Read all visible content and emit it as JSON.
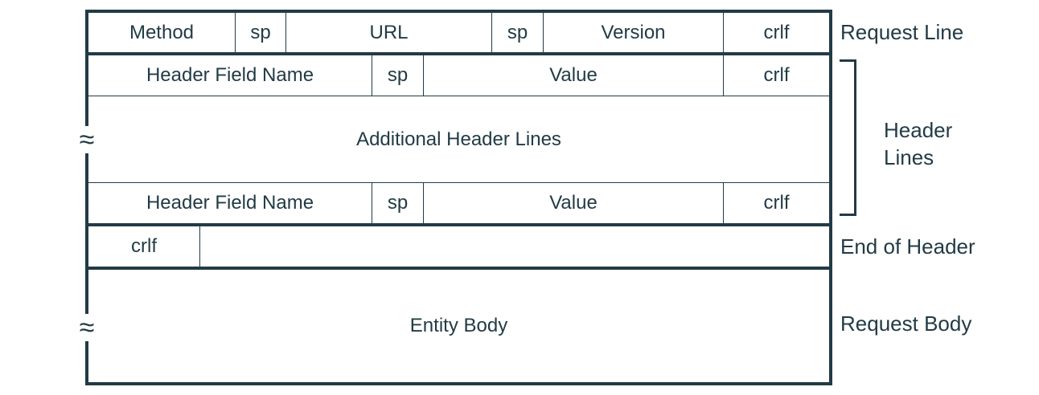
{
  "request_line": {
    "method": "Method",
    "sp1": "sp",
    "url": "URL",
    "sp2": "sp",
    "version": "Version",
    "crlf": "crlf"
  },
  "header_line_1": {
    "field_name": "Header Field Name",
    "sp": "sp",
    "value": "Value",
    "crlf": "crlf"
  },
  "additional_header_lines": "Additional Header Lines",
  "header_line_2": {
    "field_name": "Header Field Name",
    "sp": "sp",
    "value": "Value",
    "crlf": "crlf"
  },
  "end_of_header_crlf": "crlf",
  "entity_body": "Entity Body",
  "labels": {
    "request_line": "Request Line",
    "header_lines_1": "Header",
    "header_lines_2": "Lines",
    "end_of_header": "End of Header",
    "request_body": "Request Body"
  },
  "break_symbol": "≈",
  "colors": {
    "stroke": "#223b45",
    "background": "#ffffff"
  }
}
